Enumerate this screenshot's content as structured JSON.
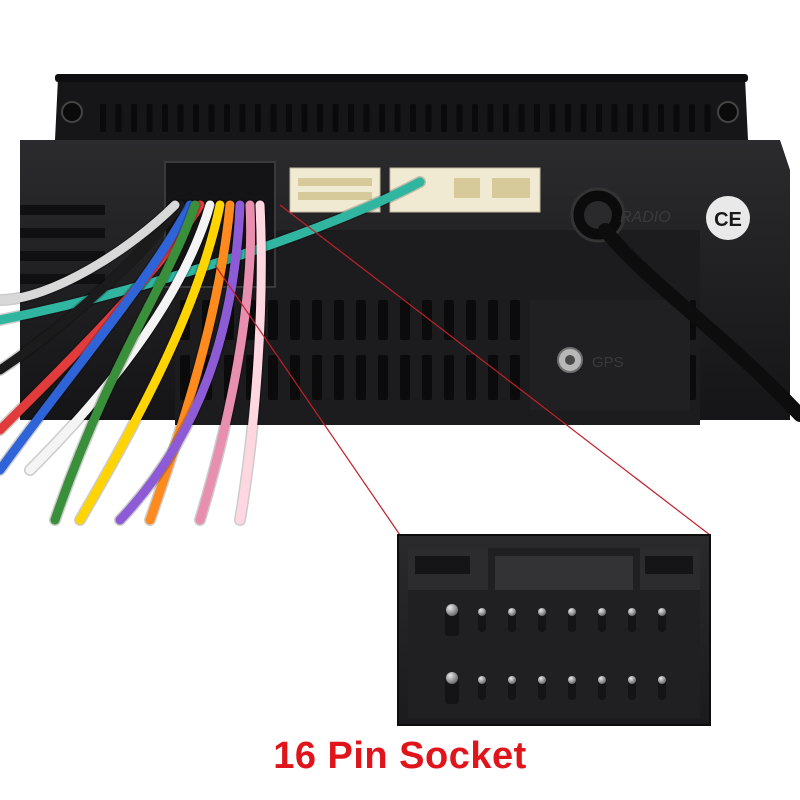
{
  "caption": "16 Pin Socket",
  "labels": {
    "radio": "RADIO",
    "gps": "GPS",
    "ce_mark": "CE"
  },
  "colors": {
    "caption": "#e0141b",
    "unit_body": "#1f1f21",
    "callout_line": "#c0202a",
    "connector_white": "#f1ead2"
  },
  "socket": {
    "pin_count": 16,
    "rows": 2
  },
  "wire_colors": [
    "#2fb5a0",
    "#e23b3b",
    "#f4f4f4",
    "#ffd400",
    "#ff8a1e",
    "#2f63d8",
    "#8e5bd6",
    "#1b1b1b",
    "#e88fb0",
    "#d8d8d8",
    "#ffd7e0",
    "#3a8f3a"
  ]
}
